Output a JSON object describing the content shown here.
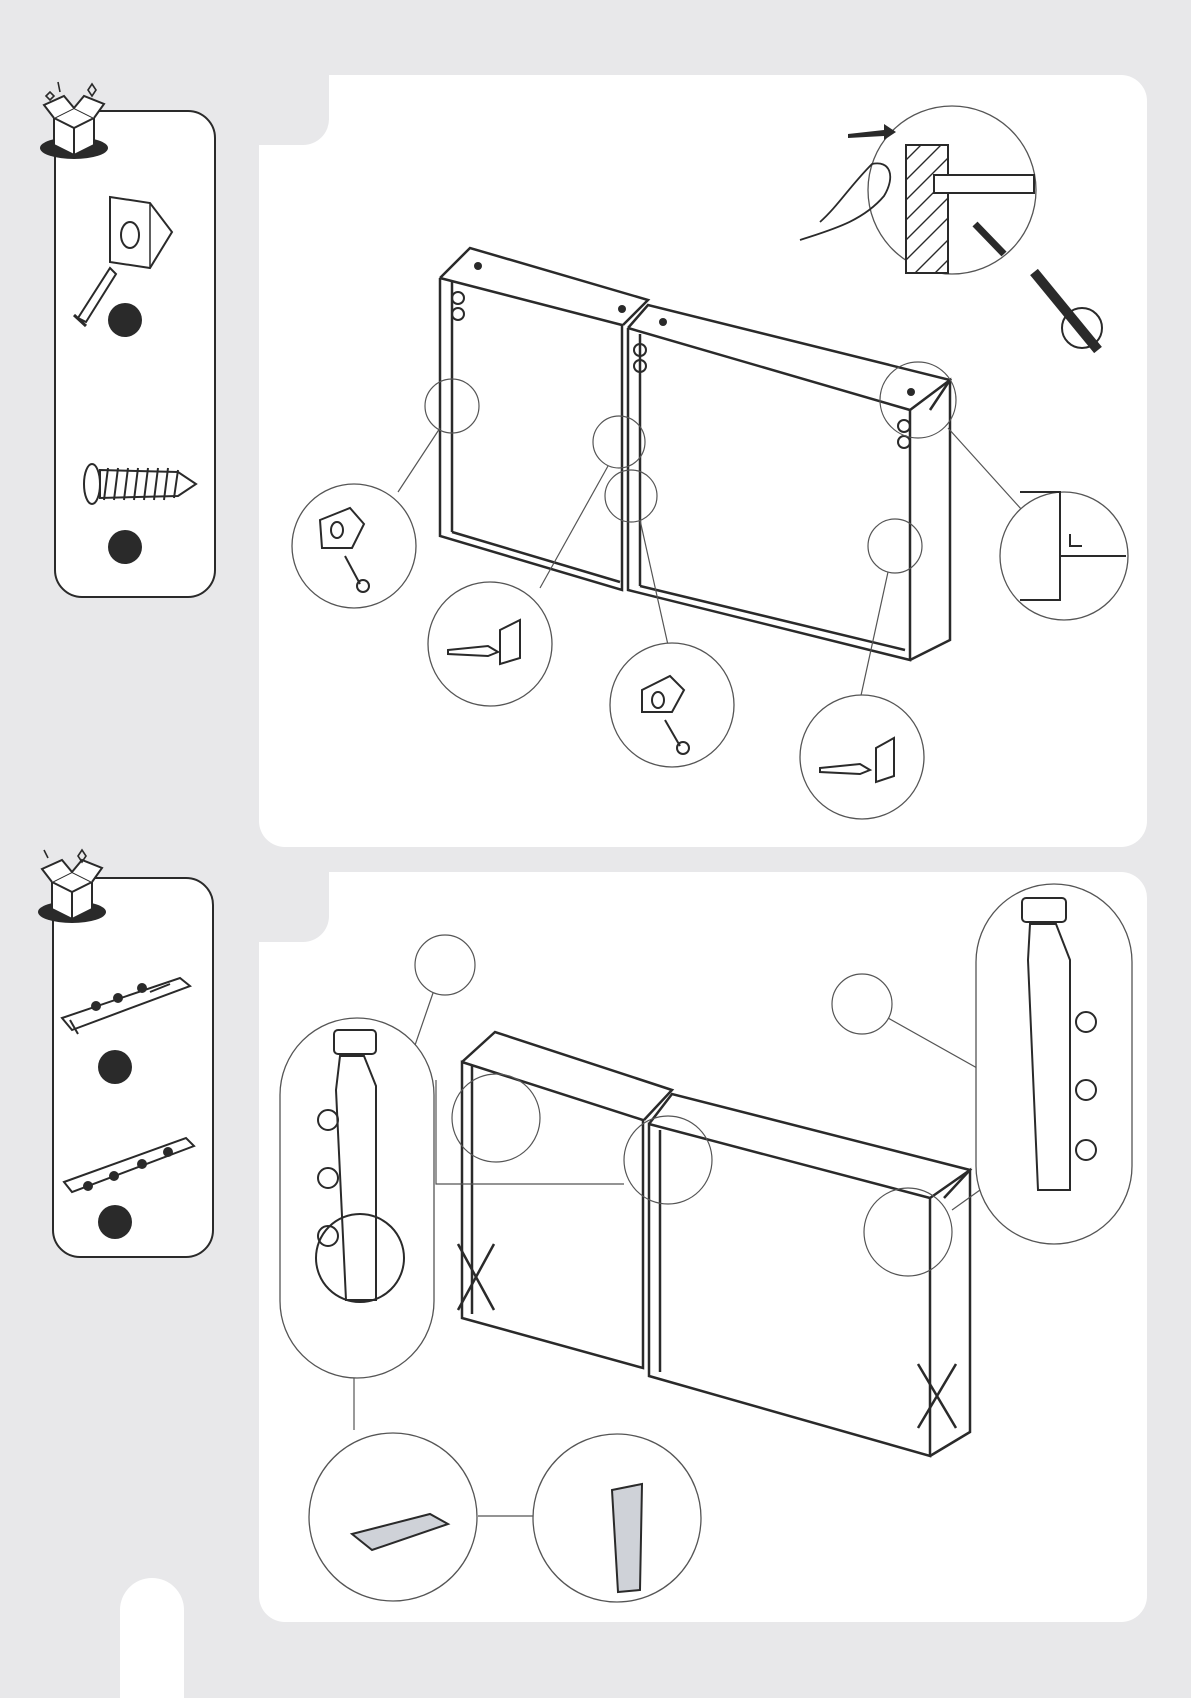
{
  "steps": [
    {
      "parts": [
        {
          "icon": "corner-bracket-with-dowel-icon",
          "label": ""
        },
        {
          "icon": "screw-icon",
          "label": ""
        }
      ],
      "illustrations": [
        "two-cabinet-carcasses-joined",
        "hand-pressing-bracket-against-wall-detail",
        "right-angle-check-detail",
        "corner-bracket-screw-detail"
      ]
    },
    {
      "parts": [
        {
          "icon": "hinge-mounting-plate-icon",
          "label": ""
        },
        {
          "icon": "door-hinge-icon",
          "label": ""
        }
      ],
      "illustrations": [
        "cabinet-with-hinge-plates",
        "hinge-plate-closeup",
        "hinge-lever-release-detail"
      ]
    }
  ],
  "colors": {
    "ink": "#2a2a2a",
    "panel": "#ffffff",
    "background": "#e8e8ea"
  }
}
